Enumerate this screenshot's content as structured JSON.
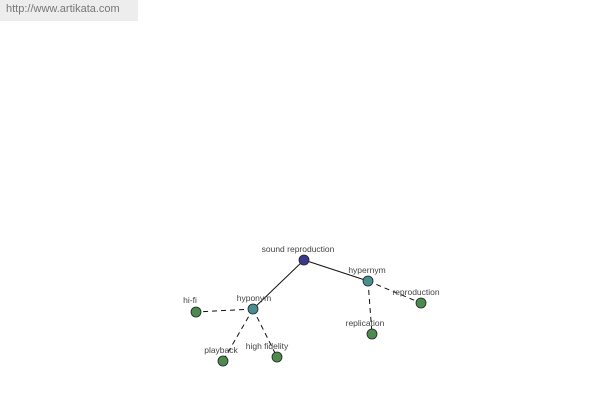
{
  "header": {
    "url_text": "http://www.artikata.com"
  },
  "graph": {
    "center": {
      "label": "sound reproduction",
      "color": "#3a3a8c"
    },
    "hypernym": {
      "label": "hypernym",
      "color": "#4a8f8f",
      "children": [
        {
          "label": "reproduction",
          "color": "#4d8a4d"
        },
        {
          "label": "replication",
          "color": "#4d8a4d"
        }
      ]
    },
    "hyponym": {
      "label": "hyponym",
      "color": "#4a8f8f",
      "children": [
        {
          "label": "hi-fi",
          "color": "#4d8a4d"
        },
        {
          "label": "playback",
          "color": "#4d8a4d"
        },
        {
          "label": "high fidelity",
          "color": "#4d8a4d"
        }
      ]
    }
  }
}
